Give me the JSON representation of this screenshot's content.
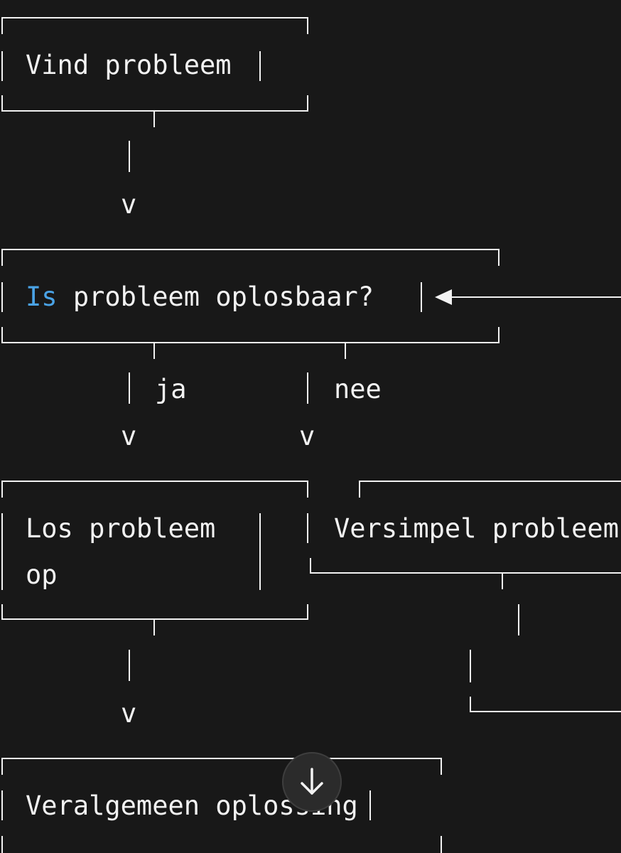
{
  "flowchart": {
    "find_problem": "Vind probleem",
    "solvable_keyword": "Is",
    "solvable_rest": "probleem oplosbaar?",
    "branch_yes": "ja",
    "branch_no": "nee",
    "solve_line1": "Los probleem",
    "solve_line2": "op",
    "simplify": "Versimpel probleem",
    "generalize": "Veralgemeen oplossing",
    "arrow_glyph": "v"
  },
  "colors": {
    "background": "#181818",
    "text": "#f2f2f2",
    "keyword": "#4aa3e6"
  },
  "scroll_button": {
    "icon": "arrow-down-icon"
  }
}
